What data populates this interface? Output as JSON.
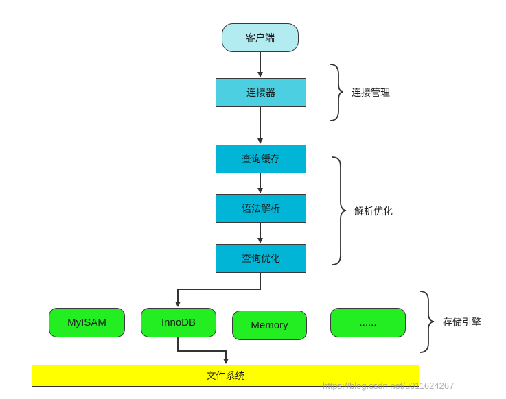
{
  "nodes": {
    "client": "客户端",
    "connector": "连接器",
    "query_cache": "查询缓存",
    "parser": "语法解析",
    "optimizer": "查询优化",
    "engines": [
      "MyISAM",
      "InnoDB",
      "Memory",
      "......"
    ],
    "file_system": "文件系统"
  },
  "groups": {
    "connection_management": "连接管理",
    "parse_optimize": "解析优化",
    "storage_engine": "存储引擎"
  },
  "watermark": "https://blog.csdn.net/u011624267",
  "colors": {
    "client": "#b3ecf0",
    "connector": "#4bcfe1",
    "processing": "#00b5d6",
    "engine": "#22ee22",
    "file_system": "#ffff00"
  }
}
